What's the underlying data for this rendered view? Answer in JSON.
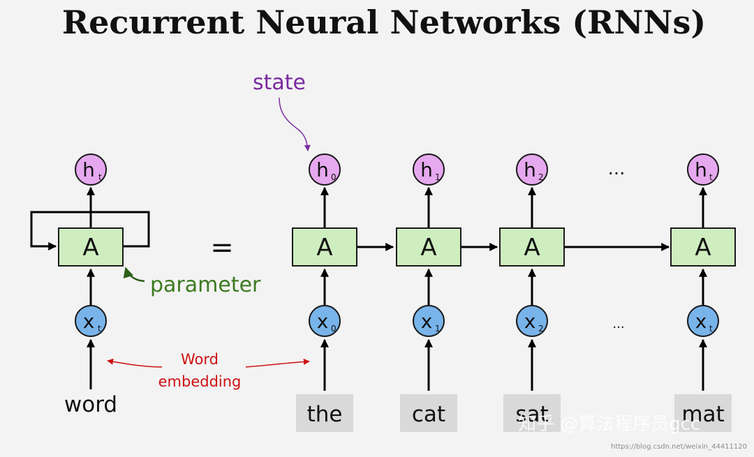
{
  "title": "Recurrent Neural Networks (RNNs)",
  "annotations": {
    "state": "state",
    "parameter": "parameter",
    "embedding_line1": "Word",
    "embedding_line2": "embedding",
    "equals": "=",
    "ellipsis_top": "...",
    "ellipsis_bottom": "..."
  },
  "cell_label": "A",
  "folded": {
    "hidden": {
      "main": "h",
      "sub": "t"
    },
    "input": {
      "main": "x",
      "sub": "t"
    },
    "word": "word"
  },
  "unrolled": [
    {
      "hidden": {
        "main": "h",
        "sub": "0"
      },
      "input": {
        "main": "x",
        "sub": "0"
      },
      "word": "the"
    },
    {
      "hidden": {
        "main": "h",
        "sub": "1"
      },
      "input": {
        "main": "x",
        "sub": "1"
      },
      "word": "cat"
    },
    {
      "hidden": {
        "main": "h",
        "sub": "2"
      },
      "input": {
        "main": "x",
        "sub": "2"
      },
      "word": "sat"
    },
    {
      "hidden": {
        "main": "h",
        "sub": "t"
      },
      "input": {
        "main": "x",
        "sub": "t"
      },
      "word": "mat"
    }
  ],
  "colors": {
    "cell_fill": "#cfeec0",
    "hidden_fill": "#e6a8ee",
    "input_fill": "#78b4ea",
    "state_color": "#7a2aa0",
    "parameter_color": "#3c7a20",
    "embedding_color": "#cc1111"
  },
  "watermark": {
    "main": "知乎 @算法程序员gcc",
    "url": "https://blog.csdn.net/weixin_44411120"
  }
}
